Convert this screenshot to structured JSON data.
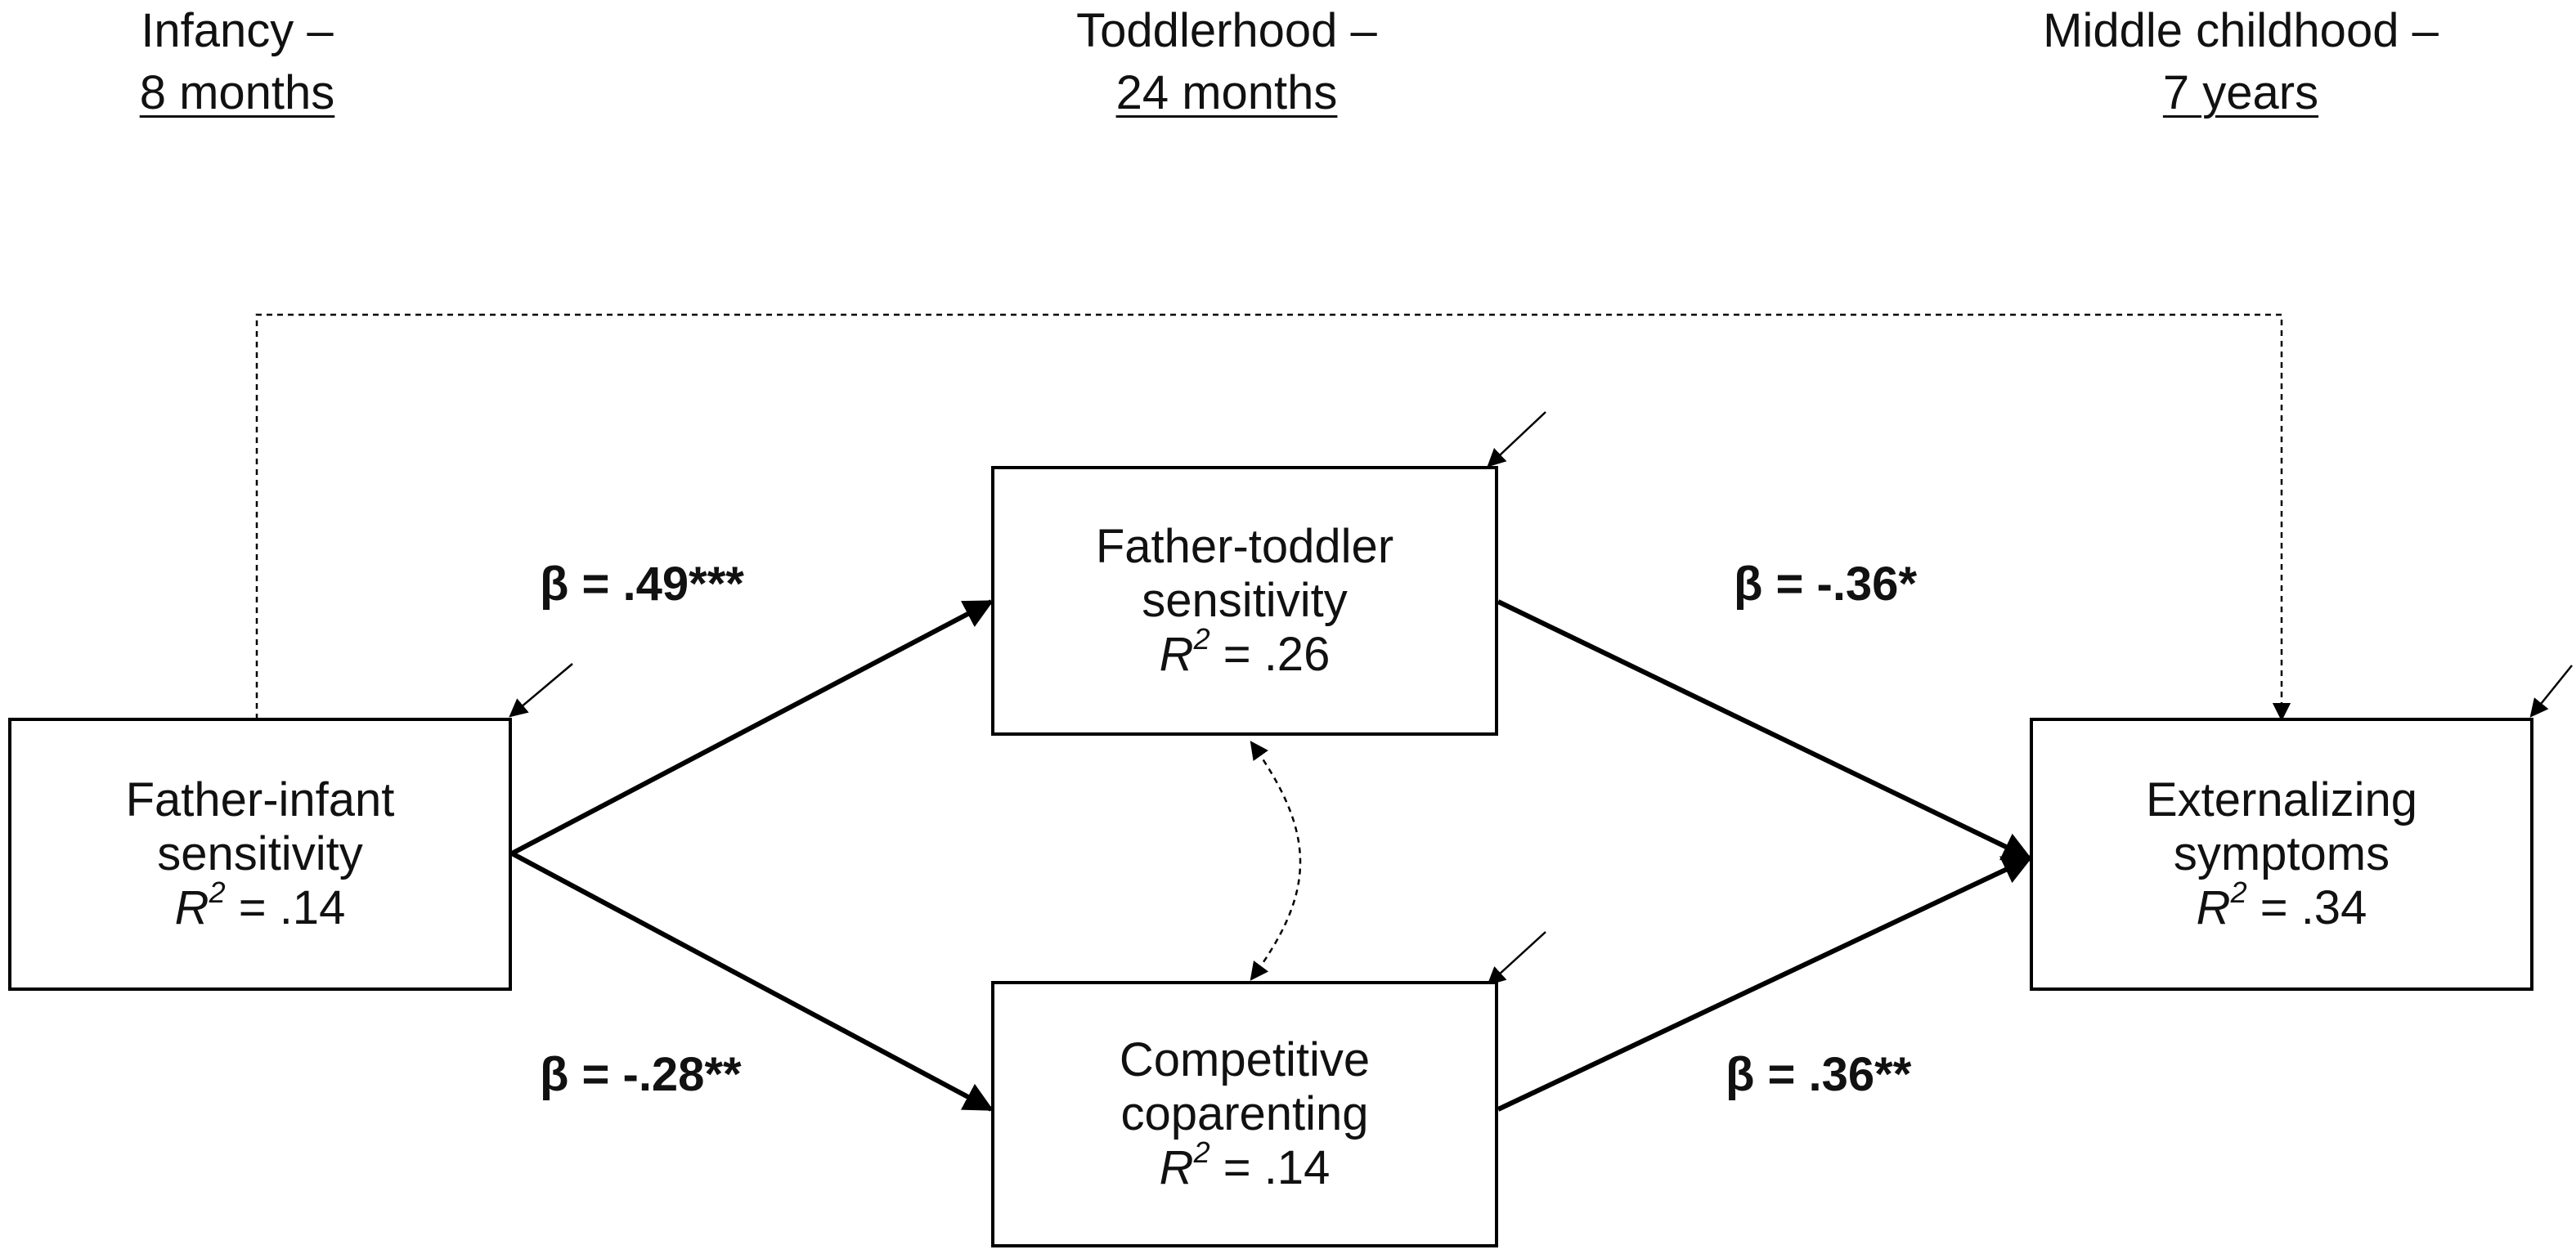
{
  "periods": [
    {
      "label": "Infancy –",
      "age": "8 months"
    },
    {
      "label": "Toddlerhood –",
      "age": "24 months"
    },
    {
      "label": "Middle childhood –",
      "age": "7 years"
    }
  ],
  "nodes": {
    "father_infant": {
      "line1": "Father-infant",
      "line2": "sensitivity",
      "r2_symbol": "R",
      "r2_sup": "2",
      "r2_value": " = .14"
    },
    "father_toddler": {
      "line1": "Father-toddler",
      "line2": "sensitivity",
      "r2_symbol": "R",
      "r2_sup": "2",
      "r2_value": " = .26"
    },
    "competitive": {
      "line1": "Competitive",
      "line2": "coparenting",
      "r2_symbol": "R",
      "r2_sup": "2",
      "r2_value": " = .14"
    },
    "externalizing": {
      "line1": "Externalizing",
      "line2": "symptoms",
      "r2_symbol": "R",
      "r2_sup": "2",
      "r2_value": " = .34"
    }
  },
  "paths": {
    "infant_to_toddler": "β = .49***",
    "infant_to_competitive": "β = -.28**",
    "toddler_to_externalizing": "β = -.36*",
    "competitive_to_externalizing": "β = .36**"
  }
}
